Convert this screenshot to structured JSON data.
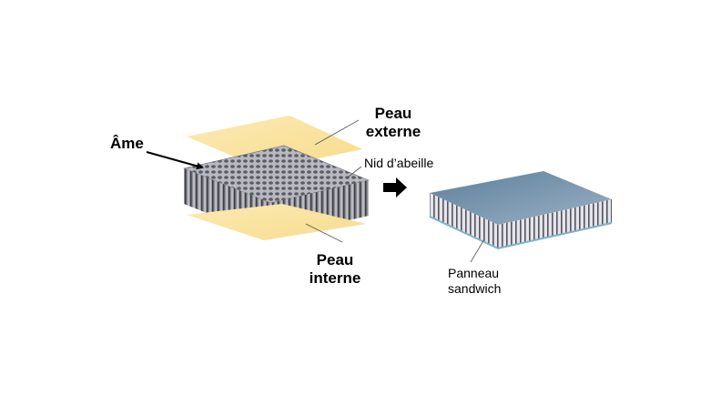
{
  "labels": {
    "core": "Âme",
    "outer_skin": [
      "Peau",
      "externe"
    ],
    "inner_skin": [
      "Peau",
      "interne"
    ],
    "honeycomb": "Nid d’abeille",
    "panel": [
      "Panneau",
      "sandwich"
    ]
  },
  "colors": {
    "skin": "#f7dc8c",
    "skin_light": "#fbeab4",
    "cell_dark": "#5c5c64",
    "cell_light": "#c4c4cc",
    "panel_top": "#6d8ba6",
    "panel_top_light": "#8ea8bd",
    "panel_bottom_skin": "#7fb3c9",
    "arrow": "#000000"
  }
}
